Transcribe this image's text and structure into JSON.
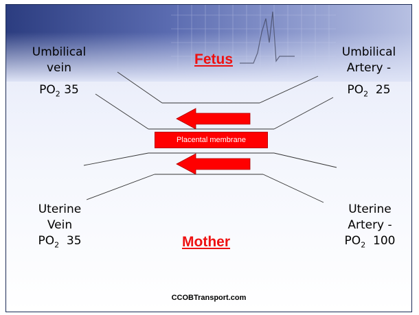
{
  "labels": {
    "umbilical_vein": {
      "line1": "Umbilical",
      "line2": "vein",
      "po2_prefix": "PO",
      "po2_sub": "2",
      "po2_value": "35"
    },
    "umbilical_artery": {
      "line1": "Umbilical",
      "line2": "Artery -",
      "po2_prefix": "PO",
      "po2_sub": "2",
      "po2_value": "25"
    },
    "uterine_vein": {
      "line1": "Uterine",
      "line2": "Vein",
      "po2_prefix": "PO",
      "po2_sub": "2",
      "po2_value": "35"
    },
    "uterine_artery": {
      "line1": "Uterine",
      "line2": "Artery -",
      "po2_prefix": "PO",
      "po2_sub": "2",
      "po2_value": "100"
    }
  },
  "fetus_title": "Fetus",
  "mother_title": "Mother",
  "membrane_label": "Placental membrane",
  "footer": "CCOBTransport.com",
  "colors": {
    "accent_red": "#ff0000",
    "title_red": "#ee1111",
    "banner_blue": "#2c3d80"
  }
}
